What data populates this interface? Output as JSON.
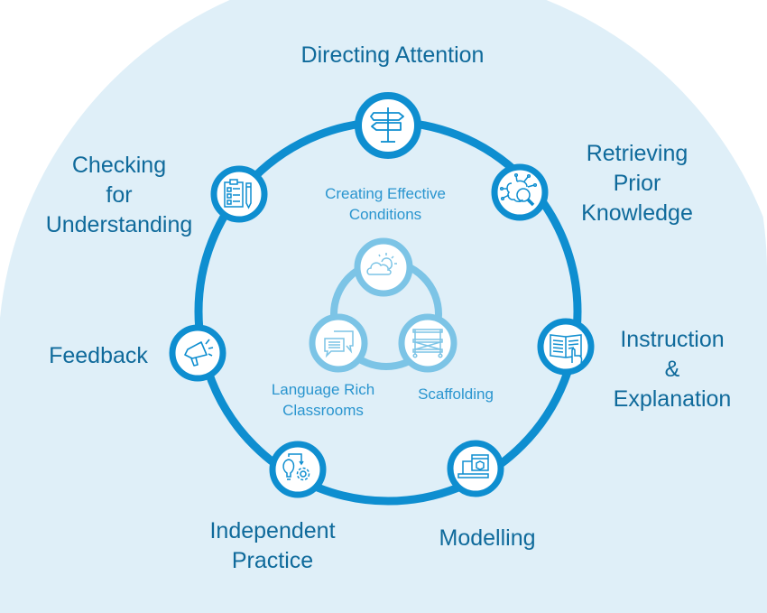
{
  "diagram": {
    "title": "Creating Effective Conditions",
    "colors": {
      "background_circle": "#dfeff8",
      "outer_ring": "#0e8ed0",
      "inner_ring": "#7cc4e6",
      "outer_text": "#0f6a9b",
      "inner_text": "#2a95cf",
      "node_fill": "#ffffff"
    },
    "outer_nodes": [
      {
        "id": "directing-attention",
        "lines": [
          "Directing Attention"
        ],
        "icon": "signpost-icon"
      },
      {
        "id": "retrieving-prior-knowledge",
        "lines": [
          "Retrieving",
          "Prior",
          "Knowledge"
        ],
        "icon": "brain-magnifier-icon"
      },
      {
        "id": "instruction-explanation",
        "lines": [
          "Instruction",
          "&",
          "Explanation"
        ],
        "icon": "open-book-hand-icon"
      },
      {
        "id": "modelling",
        "lines": [
          "Modelling"
        ],
        "icon": "laptop-window-icon"
      },
      {
        "id": "independent-practice",
        "lines": [
          "Independent",
          "Practice"
        ],
        "icon": "lightbulb-gear-icon"
      },
      {
        "id": "feedback",
        "lines": [
          "Feedback"
        ],
        "icon": "megaphone-icon"
      },
      {
        "id": "checking-for-understanding",
        "lines": [
          "Checking",
          "for",
          "Understanding"
        ],
        "icon": "clipboard-pencil-icon"
      }
    ],
    "inner_title_lines": [
      "Creating Effective",
      "Conditions"
    ],
    "inner_nodes": [
      {
        "id": "creating-effective-conditions",
        "icon": "sun-cloud-icon"
      },
      {
        "id": "language-rich-classrooms",
        "lines": [
          "Language Rich",
          "Classrooms"
        ],
        "icon": "speech-bubbles-icon"
      },
      {
        "id": "scaffolding",
        "lines": [
          "Scaffolding"
        ],
        "icon": "scaffold-icon"
      }
    ]
  }
}
